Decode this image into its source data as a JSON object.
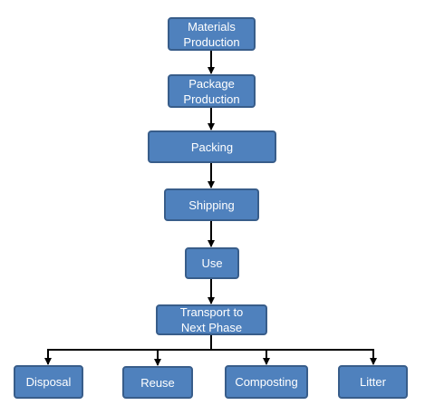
{
  "diagram": {
    "nodes": {
      "materials_production": "Materials\nProduction",
      "package_production": "Package\nProduction",
      "packing": "Packing",
      "shipping": "Shipping",
      "use": "Use",
      "transport": "Transport to\nNext Phase",
      "disposal": "Disposal",
      "reuse": "Reuse",
      "composting": "Composting",
      "litter": "Litter"
    },
    "edges": [
      [
        "materials_production",
        "package_production"
      ],
      [
        "package_production",
        "packing"
      ],
      [
        "packing",
        "shipping"
      ],
      [
        "shipping",
        "use"
      ],
      [
        "use",
        "transport"
      ],
      [
        "transport",
        "disposal"
      ],
      [
        "transport",
        "reuse"
      ],
      [
        "transport",
        "composting"
      ],
      [
        "transport",
        "litter"
      ]
    ],
    "colors": {
      "box_fill": "#4f81bd",
      "box_border": "#385d8a",
      "box_text": "#ffffff",
      "connector": "#000000"
    }
  }
}
